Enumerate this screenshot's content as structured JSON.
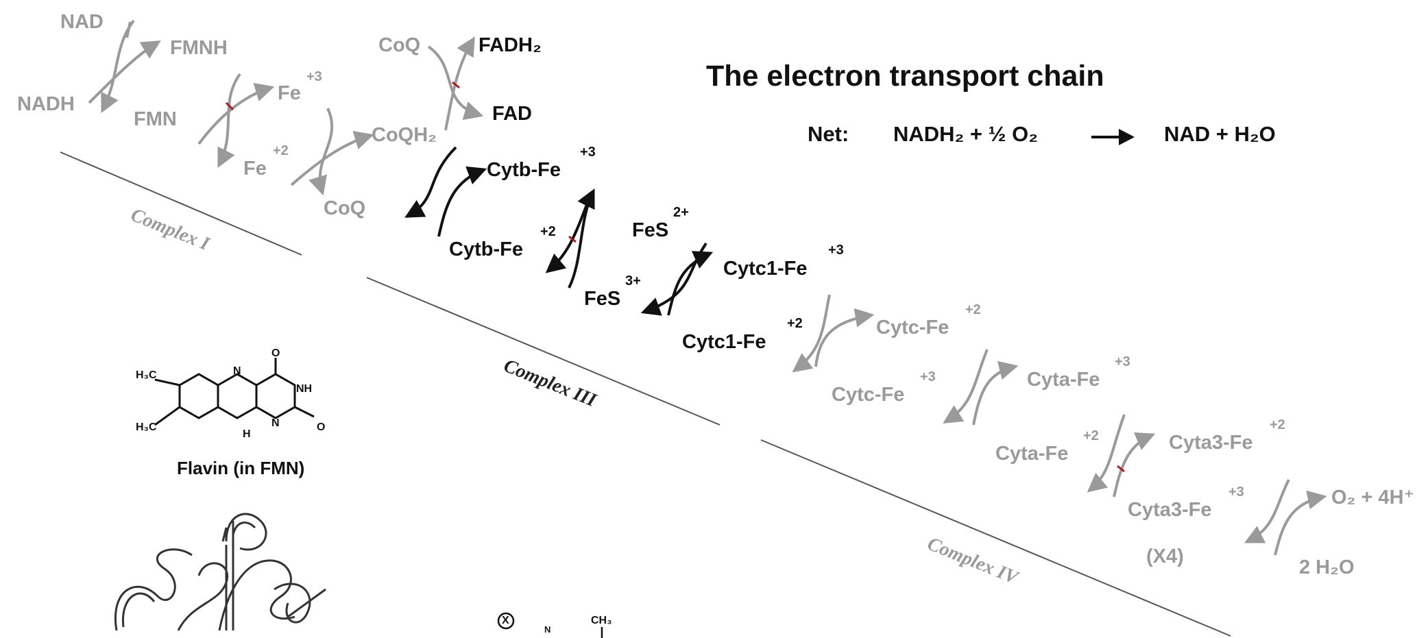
{
  "title": "The electron transport chain",
  "net": {
    "label": "Net:",
    "lhs": "NADH₂ + ½ O₂",
    "rhs": "NAD + H₂O"
  },
  "complexes": [
    "Complex I",
    "Complex III",
    "Complex IV"
  ],
  "species": {
    "nad": "NAD",
    "nadh": "NADH",
    "fmnh": "FMNH",
    "fmn": "FMN",
    "fe": "Fe",
    "coq_top": "CoQ",
    "fadh": "FADH₂",
    "fad": "FAD",
    "coqh2": "CoQH₂",
    "coq_bottom": "CoQ",
    "cytb_ox": "Cytb-Fe",
    "cytb_red": "Cytb-Fe",
    "fes_top": "FeS",
    "fes_bottom": "FeS",
    "cytc1_ox": "Cytc1-Fe",
    "cytc1_red": "Cytc1-Fe",
    "cytc_red": "Cytc-Fe",
    "cytc_ox": "Cytc-Fe",
    "cyta_ox": "Cyta-Fe",
    "cyta_red": "Cyta-Fe",
    "cyta3_red": "Cyta3-Fe",
    "cyta3_ox": "Cyta3-Fe",
    "o2": "O₂ + 4H⁺",
    "water": "2 H₂O",
    "x4": "(X4)"
  },
  "charges": {
    "plus3": "+3",
    "plus2": "+2",
    "two_plus": "2+",
    "three_plus": "3+"
  },
  "flavin": {
    "caption": "Flavin (in FMN)",
    "atoms": {
      "h3c": "H₃C",
      "n": "N",
      "nh": "NH",
      "h": "H",
      "o": "O"
    }
  },
  "partial_structure": {
    "x": "X",
    "n": "N",
    "ch3": "CH₃"
  },
  "colors": {
    "inactive": "#9a9a9a",
    "active": "#111111",
    "accent": "#b01818"
  }
}
